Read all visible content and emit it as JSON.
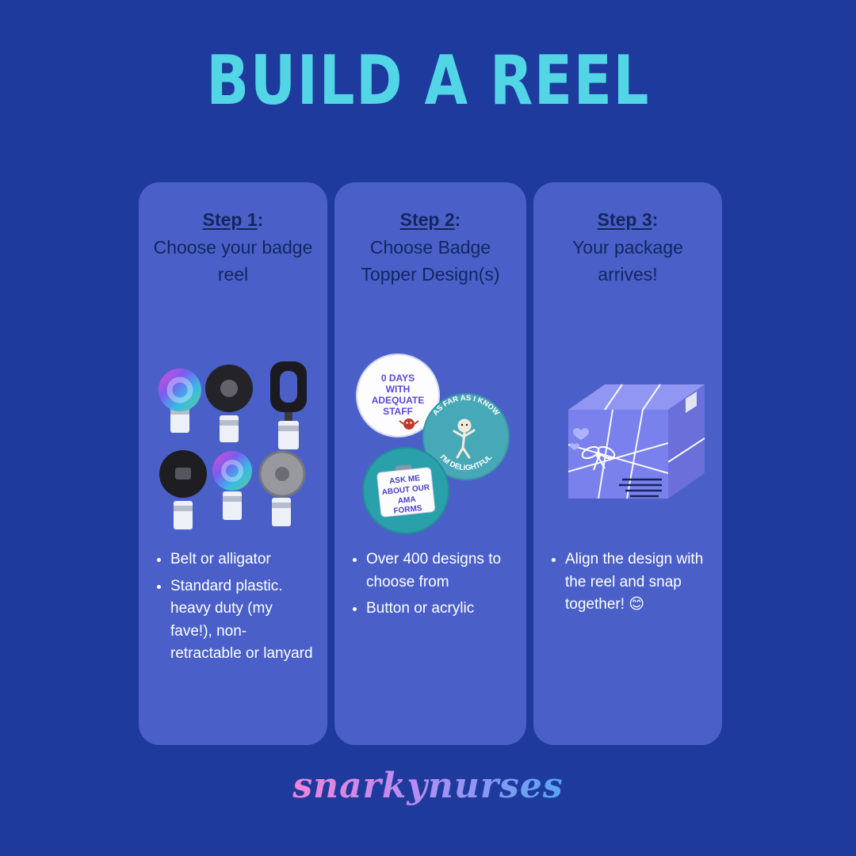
{
  "title": "BUILD A REEL",
  "footer": {
    "brand": "snarkynurses"
  },
  "colors": {
    "background": "#1e3a9d",
    "card": "#4a60c8",
    "title": "#52d6e6",
    "heading_text": "#13265e",
    "body_text": "#ffffff",
    "badge_teal": "#2fa3ad",
    "brand_gradient_start": "#ef86d8",
    "brand_gradient_end": "#57a6f2"
  },
  "cards": [
    {
      "step": "Step 1",
      "colon": ":",
      "subtitle": "Choose your badge reel",
      "bullets": [
        "Belt or alligator",
        "Standard plastic. heavy duty (my fave!), non-retractable or lanyard"
      ]
    },
    {
      "step": "Step 2",
      "colon": ":",
      "subtitle": "Choose Badge Topper Design(s)",
      "bullets": [
        "Over 400 designs to choose from",
        "Button or acrylic"
      ]
    },
    {
      "step": "Step 3",
      "colon": ":",
      "subtitle": "Your package arrives!",
      "bullets": [
        "Align the design with the reel and snap together! 😊"
      ]
    }
  ],
  "badge_text": {
    "staff_badge": [
      "0 DAYS",
      "WITH",
      "ADEQUATE",
      "STAFF"
    ],
    "delightful_badge_top": "AS FAR AS I KNOW",
    "delightful_badge_bottom": "I'M  DELIGHTFUL",
    "ama_badge": [
      "ASK ME",
      "ABOUT OUR",
      "AMA",
      "FORMS"
    ]
  }
}
